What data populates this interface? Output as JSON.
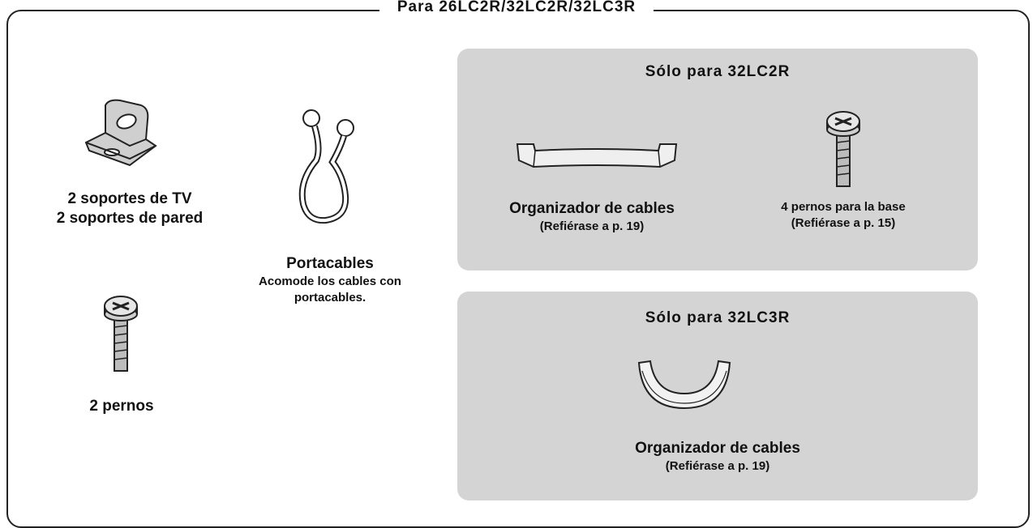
{
  "header": {
    "title": "Para 26LC2R/32LC2R/32LC3R"
  },
  "items": {
    "brackets": {
      "line1": "2 soportes de TV",
      "line2": "2 soportes de pared"
    },
    "bolts": {
      "label": "2 pernos"
    },
    "cable_holder": {
      "title": "Portacables",
      "desc_line1": "Acomode los cables con",
      "desc_line2": "portacables."
    }
  },
  "panel_32lc2r": {
    "title": "Sólo para 32LC2R",
    "organizer": {
      "label": "Organizador de cables",
      "ref": "(Refiérase a p. 19)"
    },
    "stand_bolts": {
      "label": "4 pernos para la base",
      "ref": "(Refiérase a p. 15)"
    }
  },
  "panel_32lc3r": {
    "title": "Sólo para 32LC3R",
    "organizer": {
      "label": "Organizador de cables",
      "ref": "(Refiérase a p. 19)"
    }
  }
}
